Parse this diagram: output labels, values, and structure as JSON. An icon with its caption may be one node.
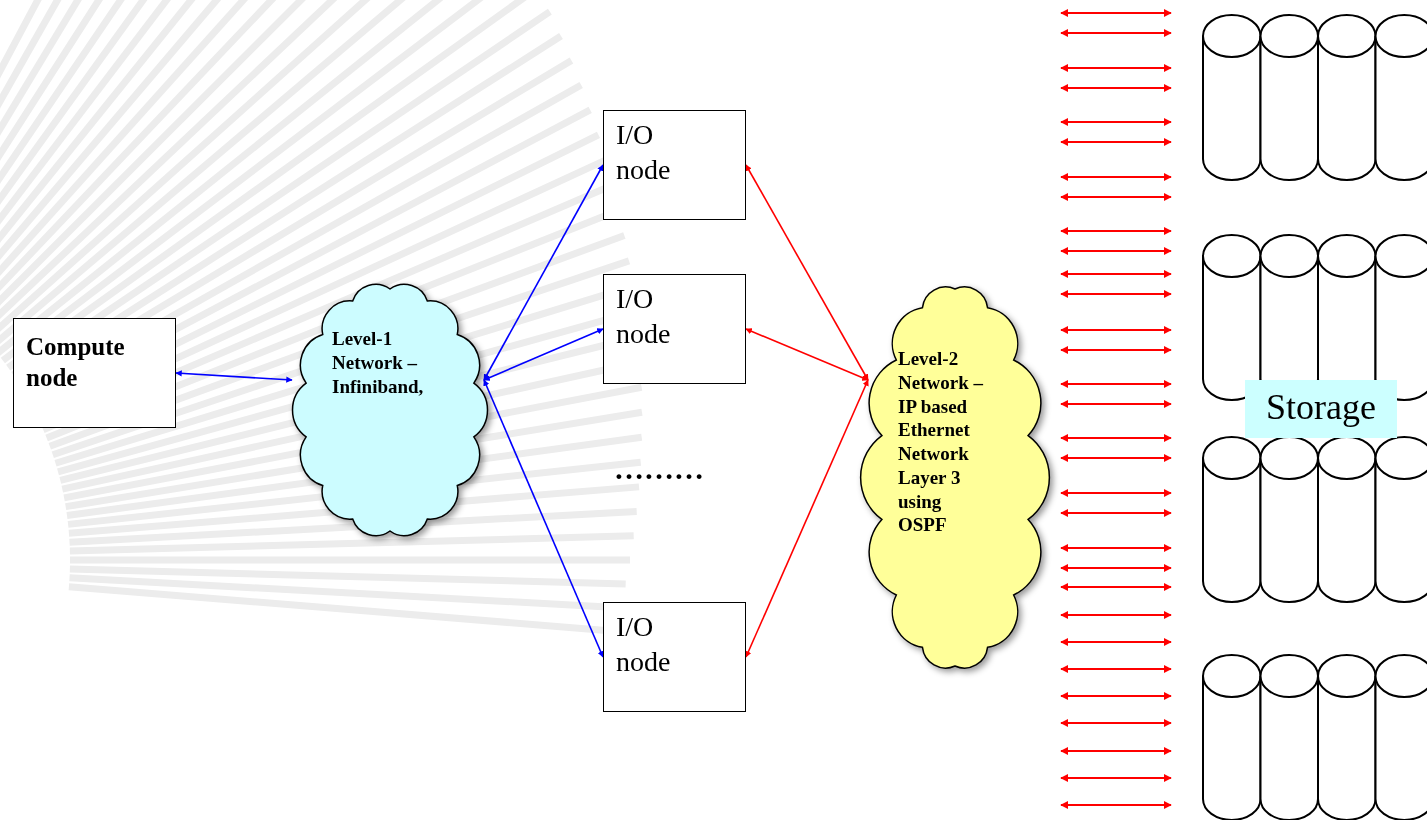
{
  "diagram": {
    "nodes": [
      {
        "text": [
          "Compute node"
        ]
      },
      {
        "text": [
          "Level-1 Network – Infiniband,"
        ]
      },
      {
        "text": [
          "I/O node"
        ]
      },
      {
        "text": [
          "I/O node"
        ]
      },
      {
        "text": [
          "I/O node"
        ]
      },
      {
        "text": [
          "Level-2 Network – IP based Ethernet Network Layer 3 using OSPF"
        ]
      },
      {
        "text": [
          "Storage"
        ]
      }
    ],
    "edges": [
      {
        "from": 0,
        "to": 1,
        "arrow": "both"
      },
      {
        "from": 1,
        "to": 2,
        "arrow": "both"
      },
      {
        "from": 1,
        "to": 3,
        "arrow": "both"
      },
      {
        "from": 1,
        "to": 4,
        "arrow": "both"
      },
      {
        "from": 2,
        "to": 5,
        "arrow": "both",
        "color": "#ff0000"
      },
      {
        "from": 3,
        "to": 5,
        "arrow": "both",
        "color": "#ff0000"
      },
      {
        "from": 4,
        "to": 5,
        "arrow": "both",
        "color": "#ff0000"
      }
    ],
    "labels": [
      "………"
    ]
  }
}
